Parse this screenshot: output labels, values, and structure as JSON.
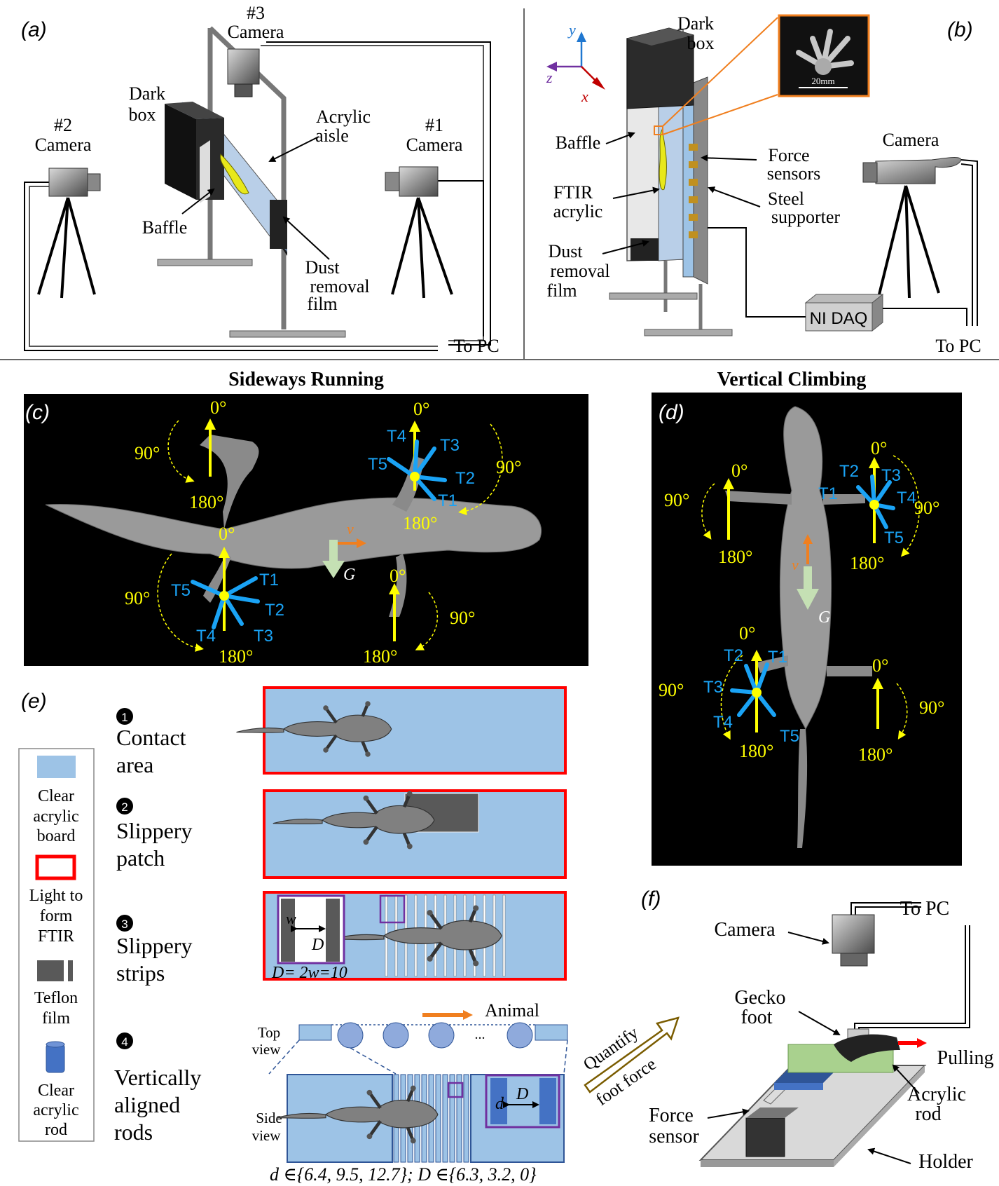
{
  "colors": {
    "yellow": "#ffff00",
    "toe_blue": "#1aa3f5",
    "orange": "#f07f1f",
    "light_blue": "#9dc3e6",
    "red": "#ff0000",
    "purple": "#7030a0",
    "green": "#a9d18e"
  },
  "panel_a": {
    "label": "(a)",
    "cam3": [
      "#3",
      "Camera"
    ],
    "cam2": [
      "#2",
      "Camera"
    ],
    "cam1": [
      "#1",
      "Camera"
    ],
    "dark_box": [
      "Dark",
      "box"
    ],
    "acrylic_aisle": [
      "Acrylic",
      "aisle"
    ],
    "baffle": "Baffle",
    "dust": [
      "Dust",
      "removal",
      "film"
    ],
    "to_pc": "To PC"
  },
  "panel_b": {
    "label": "(b)",
    "axes": [
      "y",
      "z",
      "x"
    ],
    "dark_box": [
      "Dark",
      "box"
    ],
    "scale": "20mm",
    "baffle": "Baffle",
    "ftir": [
      "FTIR",
      "acrylic"
    ],
    "dust": [
      "Dust",
      "removal",
      "film"
    ],
    "force_sensors": [
      "Force",
      "sensors"
    ],
    "steel": [
      "Steel",
      "supporter"
    ],
    "camera": "Camera",
    "daq": "NI DAQ",
    "to_pc": "To PC"
  },
  "panel_c": {
    "label": "(c)",
    "title": "Sideways Running",
    "angles": [
      "0°",
      "90°",
      "180°"
    ],
    "toes": [
      "T1",
      "T2",
      "T3",
      "T4",
      "T5"
    ],
    "v": "v",
    "g": "G"
  },
  "panel_d": {
    "label": "(d)",
    "title": "Vertical Climbing",
    "angles": [
      "0°",
      "90°",
      "180°"
    ],
    "toes": [
      "T1",
      "T2",
      "T3",
      "T4",
      "T5"
    ],
    "v": "v",
    "g": "G"
  },
  "panel_e": {
    "label": "(e)",
    "legend": {
      "clear_board": [
        "Clear",
        "acrylic",
        "board"
      ],
      "light": [
        "Light to",
        "form",
        "FTIR"
      ],
      "teflon": [
        "Teflon",
        "film"
      ],
      "rod": [
        "Clear",
        "acrylic",
        "rod"
      ]
    },
    "steps": [
      {
        "num": "1",
        "lines": [
          "Contact",
          "area"
        ]
      },
      {
        "num": "2",
        "lines": [
          "Slippery",
          "patch"
        ]
      },
      {
        "num": "3",
        "lines": [
          "Slippery",
          "strips"
        ]
      },
      {
        "num": "4",
        "lines": [
          "Vertically",
          "aligned",
          "rods"
        ]
      }
    ],
    "strip_w": "w",
    "strip_D": "D",
    "strip_eq": "D= 2w=10",
    "animal": "Animal",
    "top_view": [
      "Top",
      "view"
    ],
    "side_view": [
      "Side",
      "view"
    ],
    "ellipsis": "...",
    "rod_d": "d",
    "rod_D": "D",
    "formula": "d ∈{6.4, 9.5, 12.7}; D ∈{6.3, 3.2, 0}"
  },
  "panel_f": {
    "label": "(f)",
    "camera": "Camera",
    "to_pc": "To PC",
    "gecko_foot": [
      "Gecko",
      "foot"
    ],
    "pulling": "Pulling",
    "acrylic_rod": [
      "Acrylic",
      "rod"
    ],
    "force_sensor": [
      "Force",
      "sensor"
    ],
    "holder": "Holder",
    "quantify": [
      "Quantify",
      "foot force"
    ]
  }
}
